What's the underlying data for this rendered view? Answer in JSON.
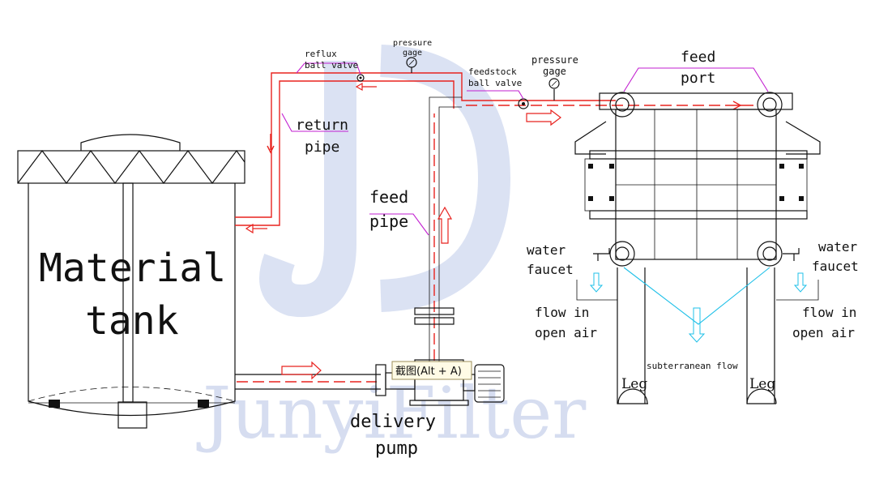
{
  "watermark": "JunyiFilter",
  "labels": {
    "material_line1": "Material",
    "material_line2": "tank",
    "return_line1": "return",
    "return_line2": "pipe",
    "feed_pipe_line1": "feed",
    "feed_pipe_line2": "pipe",
    "reflux_line1": "reflux",
    "reflux_line2": "ball valve",
    "pressure_gage_1_line1": "pressure",
    "pressure_gage_1_line2": "gage",
    "feedstock_line1": "feedstock",
    "feedstock_line2": "ball valve",
    "pressure_gage_2_line1": "pressure",
    "pressure_gage_2_line2": "gage",
    "feed_port_line1": "feed",
    "feed_port_line2": "port",
    "water_faucet_left_line1": "water",
    "water_faucet_left_line2": "faucet",
    "water_faucet_right_line1": "water",
    "water_faucet_right_line2": "faucet",
    "flow_left_line1": "flow in",
    "flow_left_line2": "open air",
    "flow_right_line1": "flow in",
    "flow_right_line2": "open air",
    "subterranean": "subterranean flow",
    "leg_left": "Leg",
    "leg_right": "Leg",
    "pump_line1": "delivery",
    "pump_line2": "pump"
  },
  "tooltip": "截图(Alt + A)",
  "colors": {
    "flow_line": "#e8231f",
    "leader_line": "#c21fd0",
    "filtrate_line": "#1fc0e8",
    "watermark": "#d6ddf0"
  }
}
